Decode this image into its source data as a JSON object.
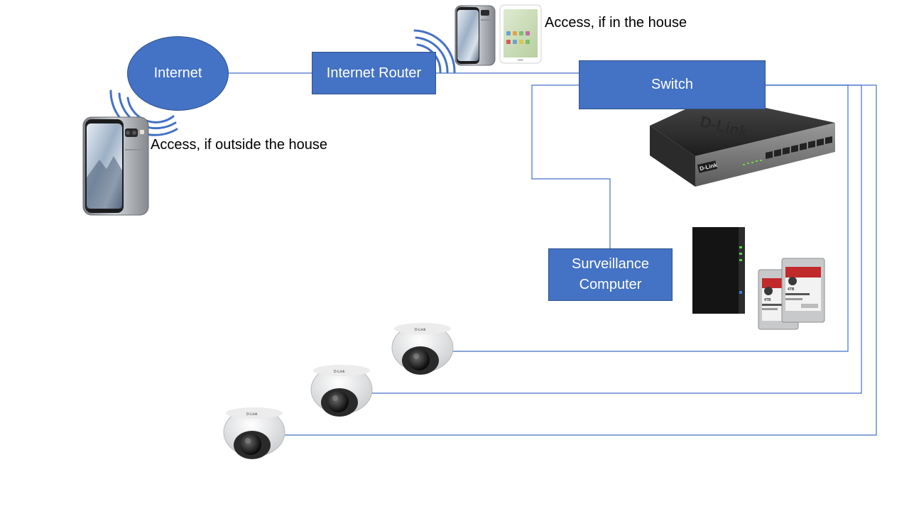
{
  "nodes": {
    "internet": "Internet",
    "router": "Internet Router",
    "switch": "Switch",
    "surveillance_line1": "Surveillance",
    "surveillance_line2": "Computer"
  },
  "captions": {
    "inside": "Access, if in the house",
    "outside": "Access, if outside the house"
  },
  "device_labels": {
    "switch_brand": "D-Link",
    "camera_brand": "D-Link",
    "hdd_capacity": "4TB"
  },
  "colors": {
    "node_fill": "#4472c4",
    "node_border": "#2f528f",
    "link_line": "#4472c4",
    "node_text": "#ffffff"
  },
  "icons": [
    "smartphone-icon",
    "tablet-icon",
    "wifi-signal-icon",
    "network-switch-icon",
    "nas-icon",
    "hard-drive-icon",
    "dome-camera-icon"
  ]
}
